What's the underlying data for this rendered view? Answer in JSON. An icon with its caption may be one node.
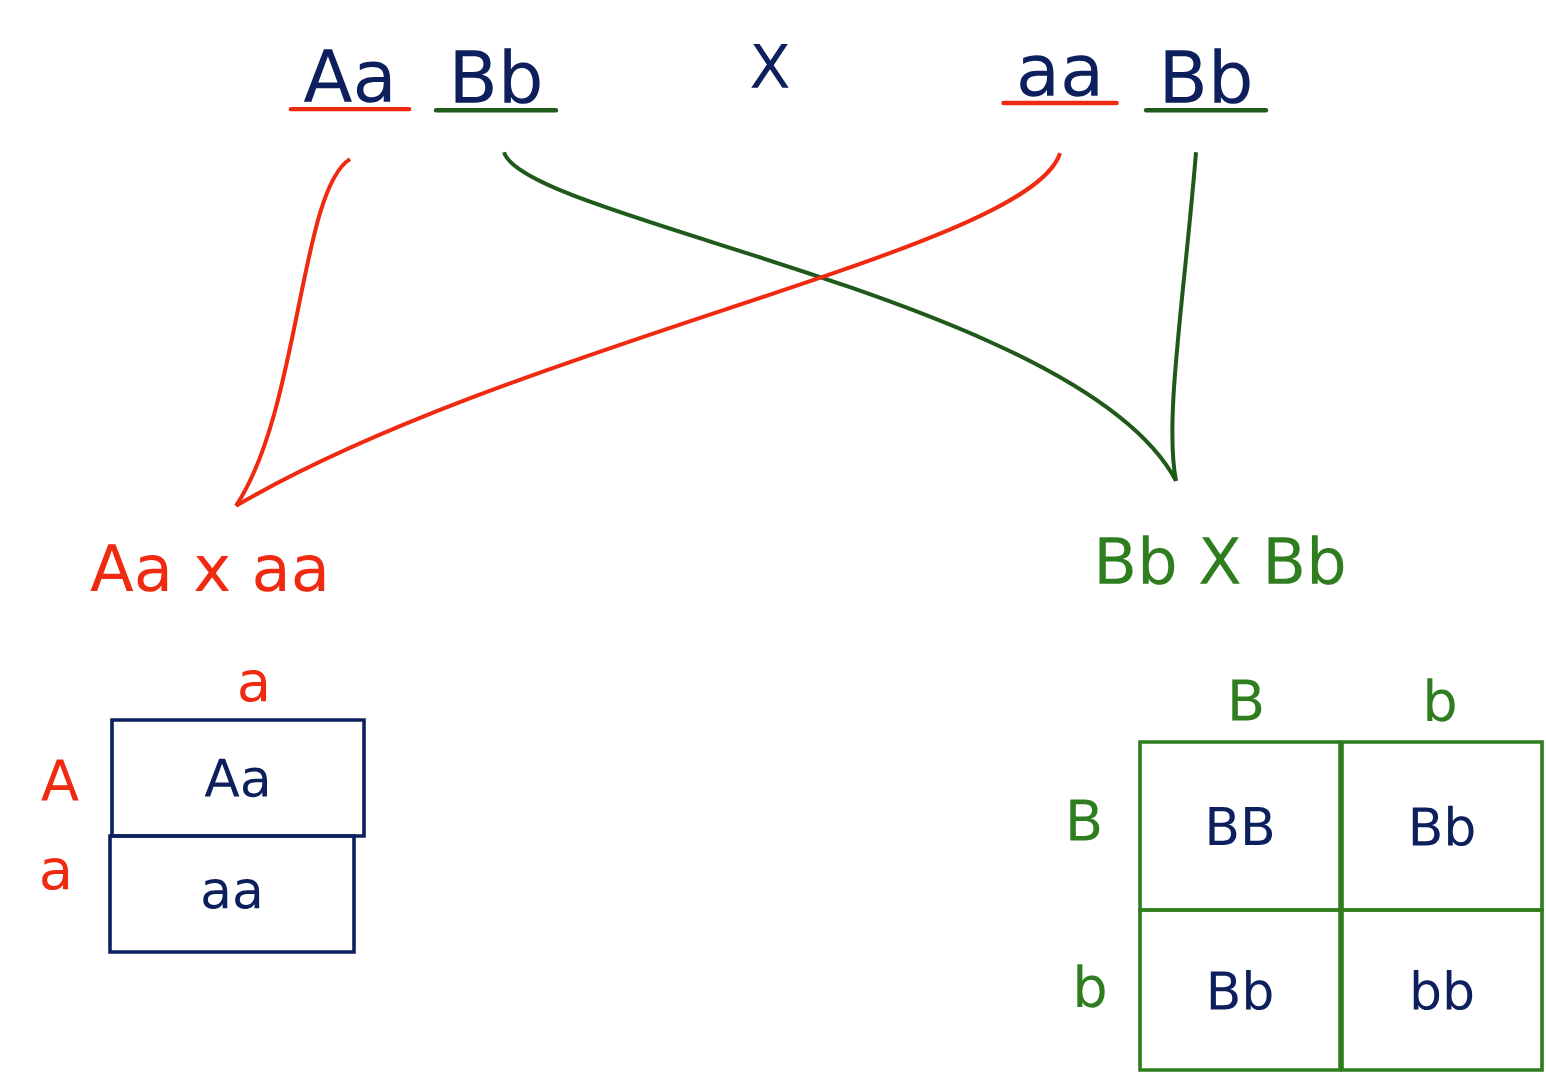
{
  "diagram": {
    "nodes": [
      {
        "text": [
          "Aa"
        ]
      },
      {
        "text": [
          "Bb"
        ]
      },
      {
        "text": [
          "aa"
        ]
      },
      {
        "text": [
          "Bb"
        ]
      },
      {
        "text": [
          "Aa x aa"
        ]
      },
      {
        "text": [
          "Bb X Bb"
        ]
      },
      {
        "text": [
          "Aa"
        ]
      },
      {
        "text": [
          "aa"
        ]
      },
      {
        "text": [
          "BB"
        ]
      },
      {
        "text": [
          "Bb"
        ]
      },
      {
        "text": [
          "Bb"
        ]
      },
      {
        "text": [
          "bb"
        ]
      }
    ],
    "edges": [
      {
        "from": 0,
        "to": 4,
        "arrow": "none",
        "color": "#f02a10"
      },
      {
        "from": 1,
        "to": 5,
        "arrow": "none",
        "color": "#1f5a1a"
      },
      {
        "from": 2,
        "to": 4,
        "arrow": "none",
        "color": "#f02a10"
      },
      {
        "from": 3,
        "to": 5,
        "arrow": "none",
        "color": "#1f5a1a"
      }
    ],
    "labels": [
      "X",
      "a",
      "B",
      "b",
      "A",
      "B",
      "a",
      "b"
    ]
  }
}
